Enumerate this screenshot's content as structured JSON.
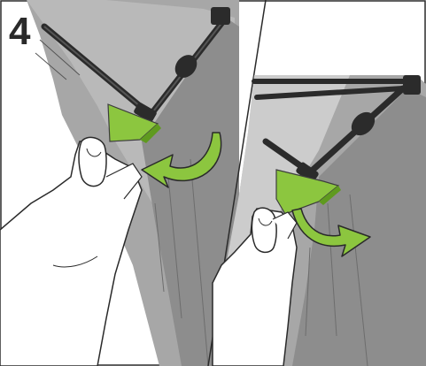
{
  "figure": {
    "step_number": "4",
    "colors": {
      "background": "#ffffff",
      "fabric_dark": "#8d8d8d",
      "fabric_mid": "#a7a7a7",
      "fabric_light": "#cfcfcf",
      "frame": "#2b2b2b",
      "accent_green": "#8cc63f",
      "accent_green_dark": "#5f9a1f",
      "hand_fill": "#ffffff",
      "outline": "#2a2a2a"
    },
    "panels": [
      {
        "name": "left-panel",
        "arrow_direction": "curved-left"
      },
      {
        "name": "right-panel",
        "arrow_direction": "curved-right"
      }
    ]
  }
}
